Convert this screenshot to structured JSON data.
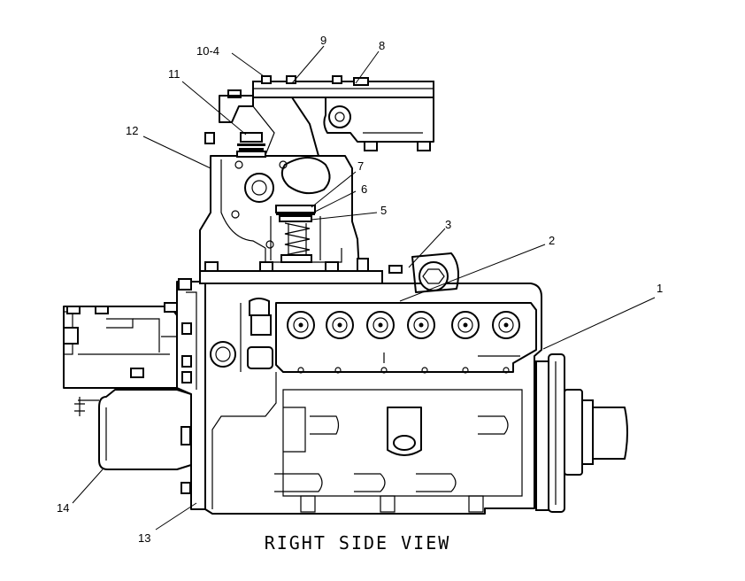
{
  "caption": "RIGHT SIDE VIEW",
  "callouts": [
    {
      "id": "1",
      "text": "1"
    },
    {
      "id": "2",
      "text": "2"
    },
    {
      "id": "3",
      "text": "3"
    },
    {
      "id": "5",
      "text": "5"
    },
    {
      "id": "6",
      "text": "6"
    },
    {
      "id": "7",
      "text": "7"
    },
    {
      "id": "8",
      "text": "8"
    },
    {
      "id": "9",
      "text": "9"
    },
    {
      "id": "10-4",
      "text": "10-4"
    },
    {
      "id": "11",
      "text": "11"
    },
    {
      "id": "12",
      "text": "12"
    },
    {
      "id": "13",
      "text": "13"
    },
    {
      "id": "14",
      "text": "14"
    }
  ]
}
